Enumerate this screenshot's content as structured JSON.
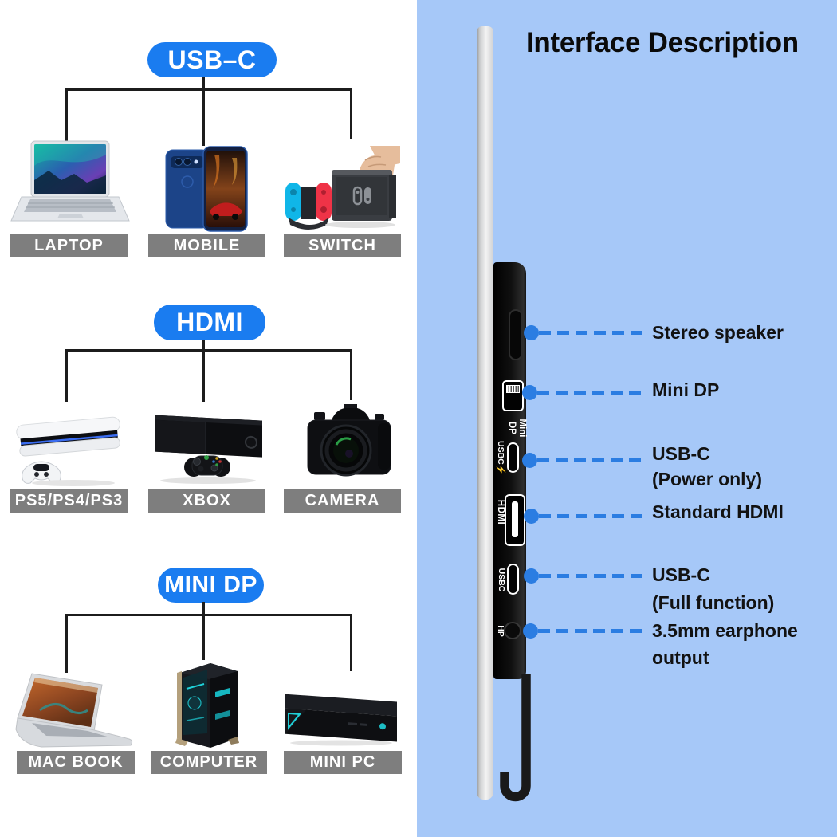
{
  "colors": {
    "button_blue": "#1a7cf0",
    "dash_blue": "#2b7de2",
    "panel_background": "#a6c8f8",
    "label_bar_gray": "#7e7e7e"
  },
  "sections": [
    {
      "button": "USB–C",
      "devices": [
        {
          "name": "laptop",
          "label": "LAPTOP"
        },
        {
          "name": "mobile",
          "label": "MOBILE"
        },
        {
          "name": "switch",
          "label": "SWITCH"
        }
      ]
    },
    {
      "button": "HDMI",
      "devices": [
        {
          "name": "playstation",
          "label": "PS5/PS4/PS3"
        },
        {
          "name": "xbox",
          "label": "XBOX"
        },
        {
          "name": "camera",
          "label": "CAMERA"
        }
      ]
    },
    {
      "button": "MINI DP",
      "devices": [
        {
          "name": "macbook",
          "label": "MAC BOOK"
        },
        {
          "name": "computer",
          "label": "COMPUTER"
        },
        {
          "name": "minipc",
          "label": "MINI PC"
        }
      ]
    }
  ],
  "interface": {
    "title": "Interface Description",
    "ports": [
      {
        "name": "stereo-speaker",
        "port_text": "",
        "label_lines": [
          "Stereo speaker"
        ]
      },
      {
        "name": "mini-dp",
        "port_text": "Mini\nDP",
        "label_lines": [
          "Mini DP"
        ]
      },
      {
        "name": "usb-c-power",
        "port_text": "USBC⚡",
        "label_lines": [
          "USB-C",
          "(Power only)"
        ]
      },
      {
        "name": "hdmi",
        "port_text": "HDMI",
        "label_lines": [
          "Standard HDMI"
        ]
      },
      {
        "name": "usb-c-full",
        "port_text": "USBC",
        "label_lines": [
          "USB-C",
          "(Full function)"
        ]
      },
      {
        "name": "headphone",
        "port_text": "HP",
        "label_lines": [
          "3.5mm earphone",
          "output"
        ]
      }
    ]
  }
}
